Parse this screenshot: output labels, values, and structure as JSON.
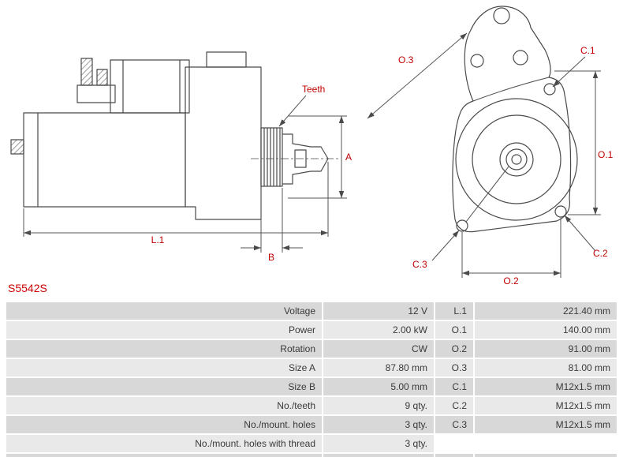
{
  "part_number": "S5542S",
  "diagram": {
    "side_view_labels": {
      "teeth": "Teeth",
      "length": "L.1",
      "size_b": "B",
      "size_a": "A"
    },
    "front_view_labels": {
      "o3": "O.3",
      "c1": "C.1",
      "o1": "O.1",
      "c3": "C.3",
      "o2": "O.2",
      "c2": "C.2"
    }
  },
  "table": {
    "rows": [
      {
        "label1": "Voltage",
        "value1": "12 V",
        "label2": "L.1",
        "value2": "221.40 mm"
      },
      {
        "label1": "Power",
        "value1": "2.00 kW",
        "label2": "O.1",
        "value2": "140.00 mm"
      },
      {
        "label1": "Rotation",
        "value1": "CW",
        "label2": "O.2",
        "value2": "91.00 mm"
      },
      {
        "label1": "Size A",
        "value1": "87.80 mm",
        "label2": "O.3",
        "value2": "81.00 mm"
      },
      {
        "label1": "Size B",
        "value1": "5.00 mm",
        "label2": "C.1",
        "value2": "M12x1.5 mm"
      },
      {
        "label1": "No./teeth",
        "value1": "9 qty.",
        "label2": "C.2",
        "value2": "M12x1.5 mm"
      },
      {
        "label1": "No./mount. holes",
        "value1": "3 qty.",
        "label2": "C.3",
        "value2": "M12x1.5 mm"
      },
      {
        "label1": "No./mount. holes with thread",
        "value1": "3 qty.",
        "label2": "",
        "value2": ""
      }
    ]
  },
  "colors": {
    "label_red": "#c00000",
    "part_number_red": "#cc0000",
    "line_gray": "#4a4a4a",
    "row_dark": "#d8d8d8",
    "row_light": "#e9e9e9"
  }
}
